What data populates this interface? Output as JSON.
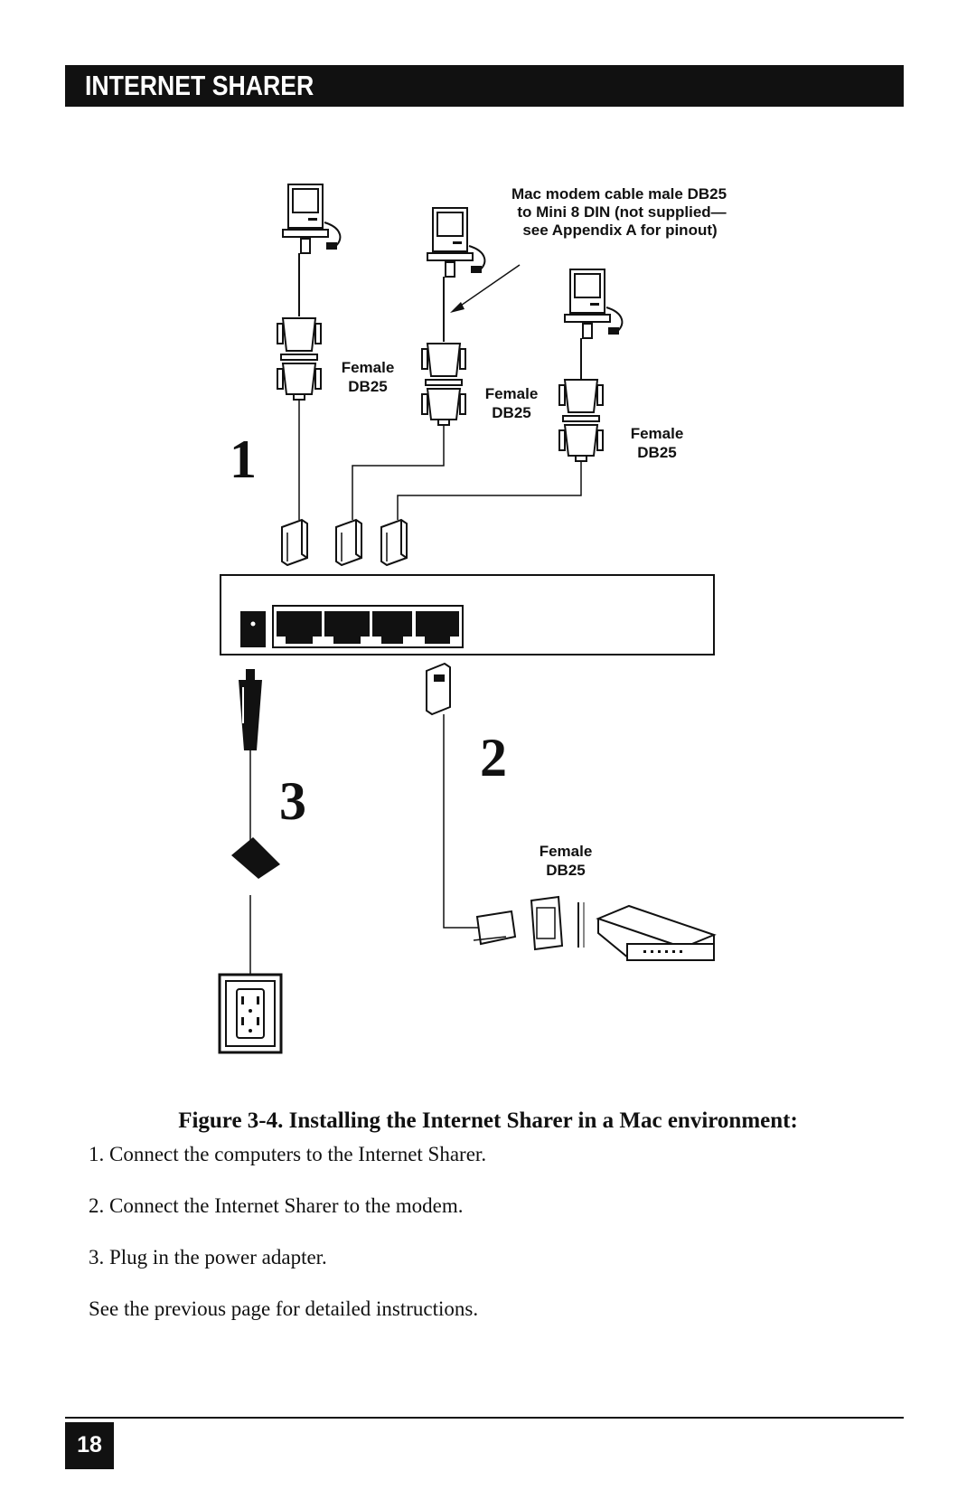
{
  "header": {
    "title": "INTERNET SHARER"
  },
  "figure": {
    "callout": {
      "line1": "Mac modem cable male DB25",
      "line2": "to Mini 8 DIN (not supplied—",
      "line3": "see Appendix A for pinout)"
    },
    "connector_label": {
      "line1": "Female",
      "line2": "DB25"
    },
    "step_numbers": {
      "one": "1",
      "two": "2",
      "three": "3"
    }
  },
  "caption": {
    "title": "Figure 3-4. Installing the Internet Sharer in a Mac environment:",
    "steps": [
      "1. Connect the computers to the Internet Sharer.",
      "2. Connect the Internet Sharer to the modem.",
      "3. Plug in the power adapter."
    ],
    "note": "See the previous page for detailed instructions."
  },
  "footer": {
    "page_number": "18"
  },
  "icons": [
    "computer-icon",
    "db25-connector-icon",
    "rj-plug-icon",
    "power-plug-icon",
    "wall-outlet-icon",
    "modem-icon"
  ]
}
